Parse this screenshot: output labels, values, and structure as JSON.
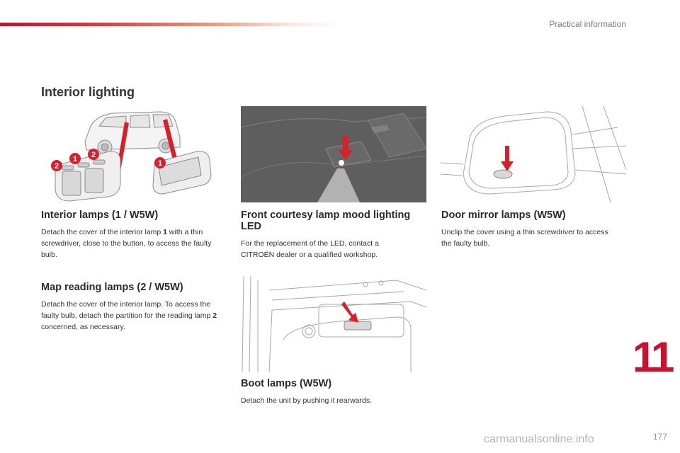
{
  "header": {
    "chapter_label": "Practical information"
  },
  "section_title": "Interior lighting",
  "interior_lamps": {
    "title": "Interior lamps (1 / W5W)",
    "body_1": "Detach the cover of the interior lamp ",
    "ref": "1",
    "body_2": " with a thin screwdriver, close to the button, to access the faulty bulb."
  },
  "map_lamps": {
    "title": "Map reading lamps (2 / W5W)",
    "body_1": "Detach the cover of the interior lamp. To access the faulty bulb, detach the partition for the reading lamp ",
    "ref": "2",
    "body_2": " concerned, as necessary."
  },
  "courtesy_lamp": {
    "title": "Front courtesy lamp mood lighting LED",
    "body": "For the replacement of the LED, contact a CITROËN dealer or a qualified workshop."
  },
  "mirror_lamps": {
    "title": "Door mirror lamps (W5W)",
    "body": "Unclip the cover using a thin screwdriver to access the faulty bulb."
  },
  "boot_lamps": {
    "title": "Boot lamps (W5W)",
    "body": "Detach the unit by pushing it rearwards."
  },
  "badges": {
    "one": "1",
    "two": "2"
  },
  "chapter_number": "11",
  "page_number": "177",
  "watermark": "carmanualsonline.info",
  "colors": {
    "accent": "#c8102e",
    "arrow": "#d8202a"
  }
}
